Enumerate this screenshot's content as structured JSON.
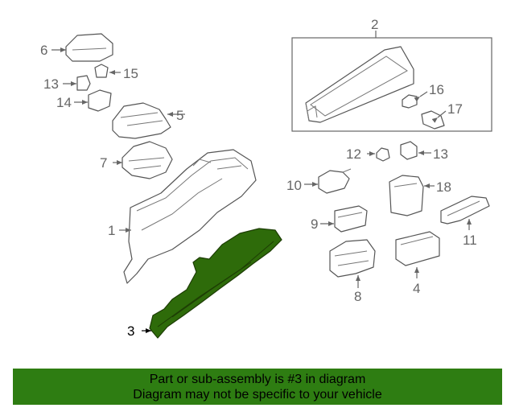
{
  "colors": {
    "highlight": "#2e6b0a",
    "banner": "#2e7d12",
    "outline": "#555555",
    "callout_text": "#666666"
  },
  "callouts": {
    "c1": "1",
    "c2": "2",
    "c3": "3",
    "c4": "4",
    "c5": "5",
    "c6": "6",
    "c7": "7",
    "c8": "8",
    "c9": "9",
    "c10": "10",
    "c11": "11",
    "c12": "12",
    "c13a": "13",
    "c13b": "13",
    "c14": "14",
    "c15": "15",
    "c16": "16",
    "c17": "17",
    "c18": "18"
  },
  "highlighted_part": "3",
  "banner": {
    "line1": "Part or sub-assembly is #3 in diagram",
    "line2": "Diagram may not be specific to your vehicle"
  }
}
